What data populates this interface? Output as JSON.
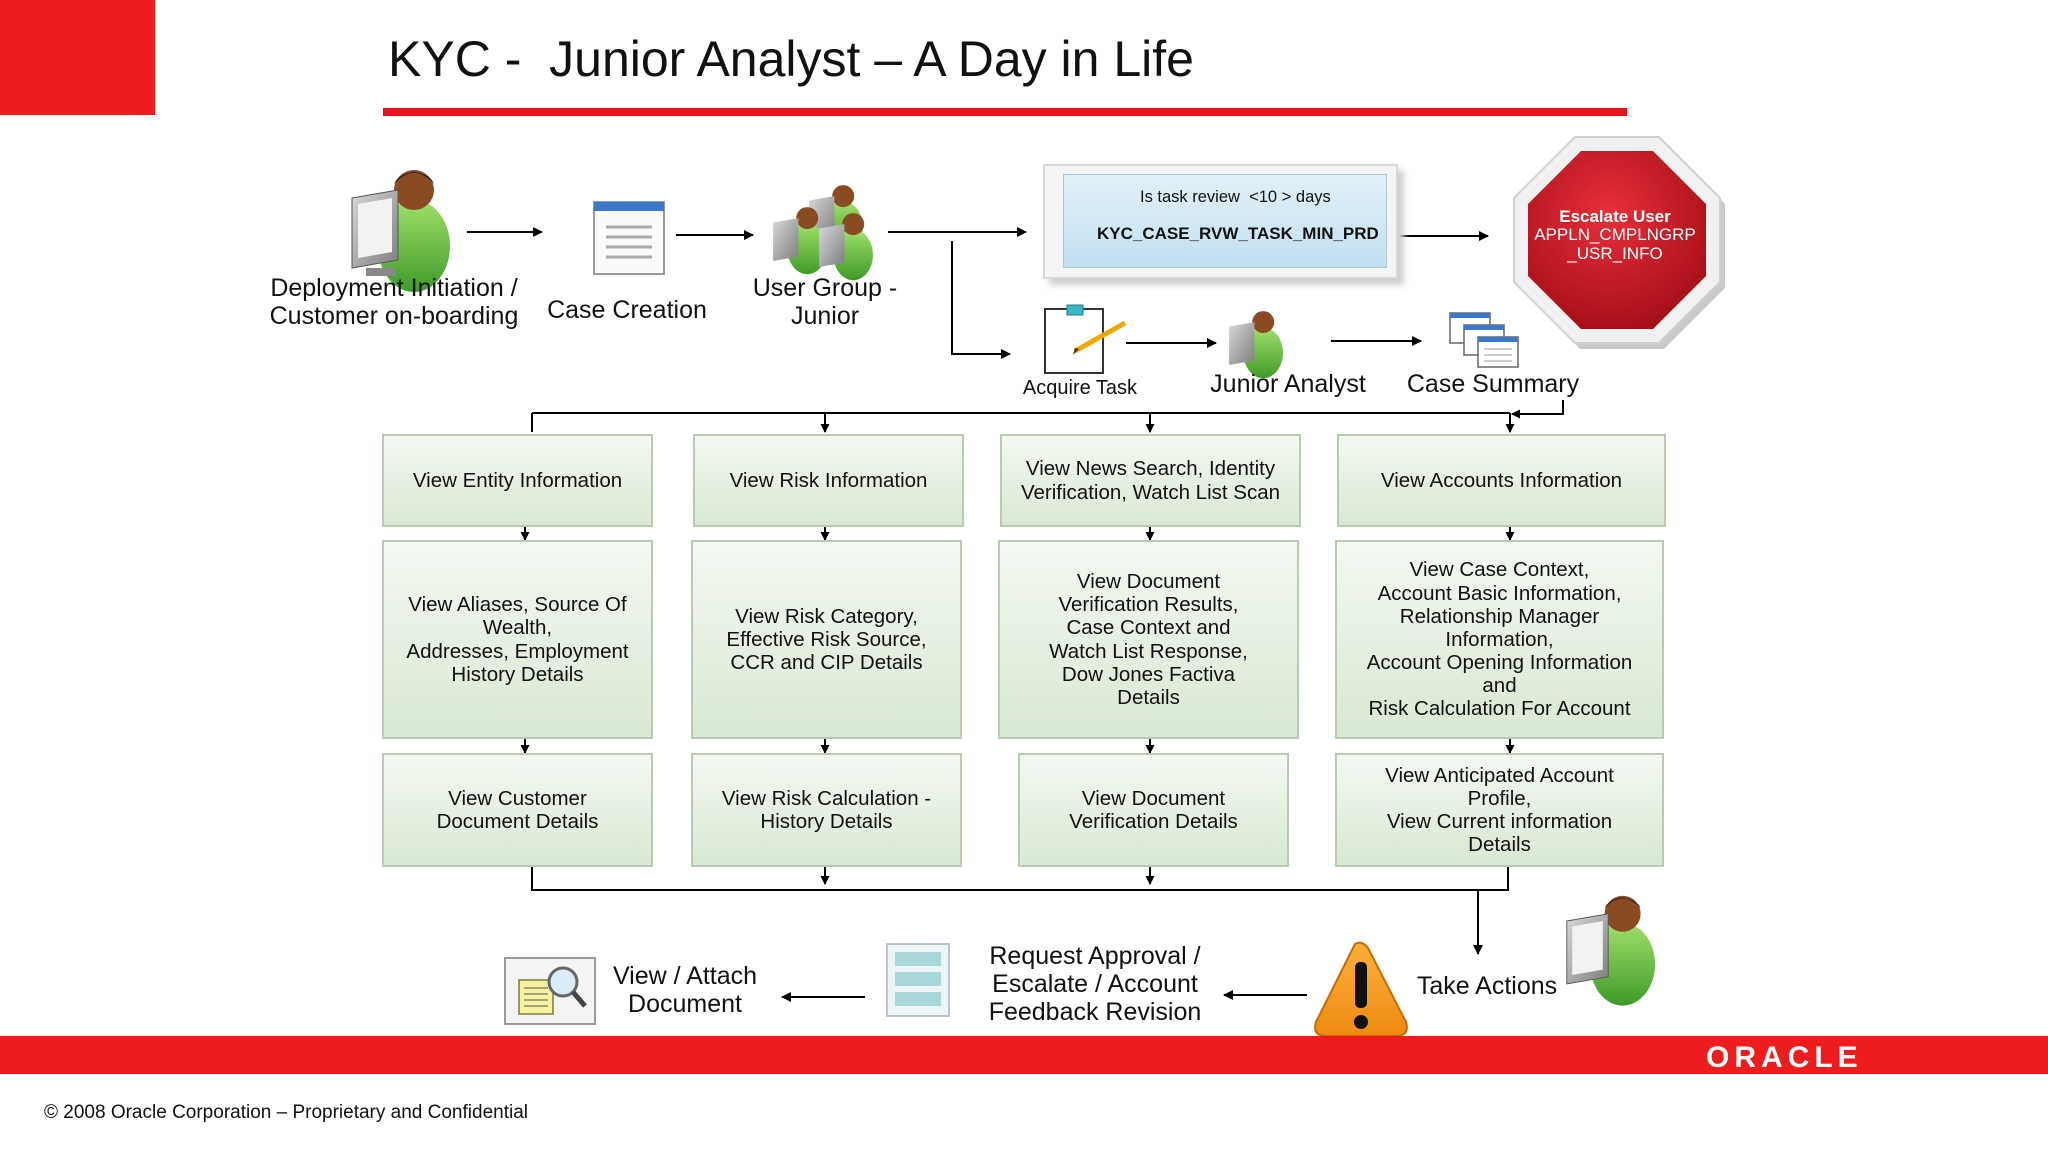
{
  "title": "KYC -  Junior Analyst – A Day in Life",
  "top_flow": {
    "deployment_label": "Deployment Initiation /\nCustomer on-boarding",
    "case_creation_label": "Case Creation",
    "user_group_label": "User Group -\nJunior",
    "task_review_text": "Is task review  <10 > days",
    "task_review_param": "KYC_CASE_RVW_TASK_MIN_PRD",
    "escalate_title": "Escalate User",
    "escalate_param": "APPLN_CMPLNGRP\n_USR_INFO",
    "acquire_task_label": "Acquire Task",
    "junior_analyst_label": "Junior Analyst",
    "case_summary_label": "Case Summary"
  },
  "grid": {
    "col1": [
      "View Entity Information",
      "View Aliases, Source Of\nWealth,\nAddresses, Employment\nHistory Details",
      "View Customer\nDocument Details"
    ],
    "col2": [
      "View Risk Information",
      "View Risk Category,\nEffective Risk Source,\nCCR and CIP Details",
      "View Risk Calculation -\nHistory Details"
    ],
    "col3": [
      "View News Search, Identity\nVerification, Watch List Scan",
      "View Document\nVerification Results,\nCase Context and\nWatch List Response,\nDow Jones Factiva\nDetails",
      "View Document\nVerification Details"
    ],
    "col4": [
      "View Accounts Information",
      "View Case Context,\nAccount Basic Information,\nRelationship Manager\nInformation,\nAccount Opening Information\nand\nRisk Calculation For Account",
      "View Anticipated Account\nProfile,\nView Current information\nDetails"
    ]
  },
  "bottom_flow": {
    "take_actions_label": "Take Actions",
    "request_label": "Request Approval /\nEscalate / Account\nFeedback Revision",
    "attach_label": "View / Attach\nDocument"
  },
  "footer": {
    "brand": "ORACLE",
    "copyright": "© 2008 Oracle Corporation – Proprietary and Confidential"
  },
  "colors": {
    "accent_red": "#e3141b",
    "box_fill": "#dfeedb",
    "box_border": "#b9c9b3",
    "stop_red": "#c8141f",
    "warning_orange": "#f39a1e"
  },
  "icons": [
    "analyst-computer-icon",
    "document-form-icon",
    "user-group-icon",
    "gear-icon",
    "stop-sign-icon",
    "clipboard-pen-icon",
    "windows-stack-icon",
    "warning-icon",
    "list-document-icon",
    "search-document-icon"
  ]
}
